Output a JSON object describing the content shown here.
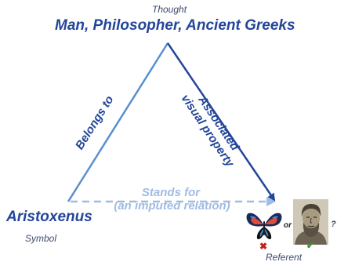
{
  "apex": {
    "role_label": "Thought",
    "text": "Man, Philosopher, Ancient Greeks"
  },
  "left_vertex": {
    "text": "Aristoxenus",
    "role_label": "Symbol"
  },
  "right_vertex": {
    "role_label": "Referent",
    "connector": "or",
    "question_mark": "?",
    "option_marks": [
      "✖",
      "✔"
    ],
    "option_icons": [
      "butterfly-icon",
      "bust-portrait-icon"
    ]
  },
  "edges": {
    "left": "Belongs to",
    "right_line1": "Associated",
    "right_line2": "visual property",
    "bottom_line1": "Stands for",
    "bottom_line2": "(an imputed relation)"
  },
  "colors": {
    "left_edge": "#5a8fd0",
    "right_edge": "#24459a",
    "bottom_edge": "#9fbce2",
    "reject": "#cc1a1a",
    "accept": "#2f9a34"
  }
}
